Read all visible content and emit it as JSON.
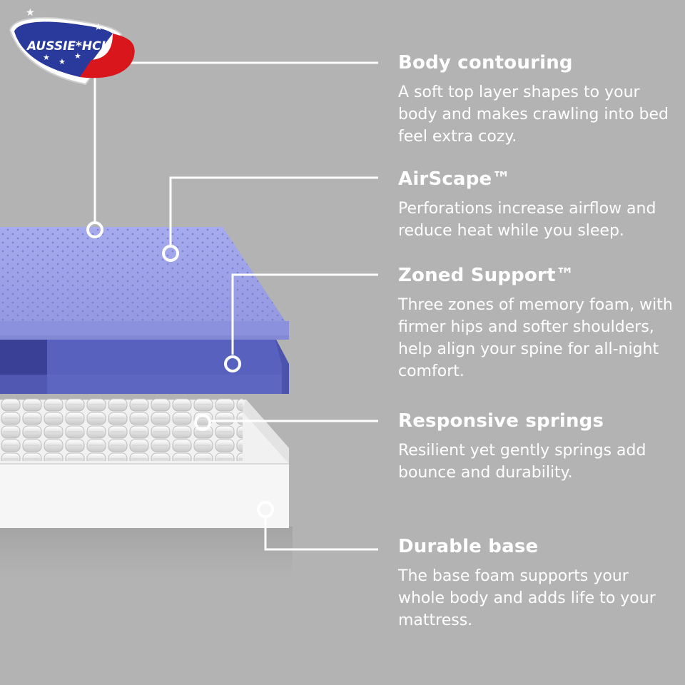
{
  "logo": {
    "text": "AUSSIE*HCL",
    "colors": {
      "blue": "#2a3a9c",
      "red": "#d8161c"
    }
  },
  "features": [
    {
      "title": "Body contouring",
      "description": "A soft top layer shapes to your body and makes crawling into bed feel extra cozy.",
      "icon": "top-layer"
    },
    {
      "title": "AirScape™",
      "description": "Perforations increase airflow and reduce heat while you sleep.",
      "icon": "perforations"
    },
    {
      "title": "Zoned Support™",
      "description": "Three zones of memory foam, with firmer hips and softer shoulders, help align your spine for all-night comfort.",
      "icon": "zoned-foam"
    },
    {
      "title": "Responsive springs",
      "description": "Resilient yet gently springs add bounce and durability.",
      "icon": "springs"
    },
    {
      "title": "Durable base",
      "description": "The base foam supports your whole body and adds life to your mattress.",
      "icon": "base-foam"
    }
  ],
  "colors": {
    "background": "#b3b3b3",
    "top_layer": "#9a9ee6",
    "zoned_layer": "#5861bd",
    "zoned_dark": "#394096",
    "base": "#f3f3f3",
    "callout": "#ffffff"
  }
}
